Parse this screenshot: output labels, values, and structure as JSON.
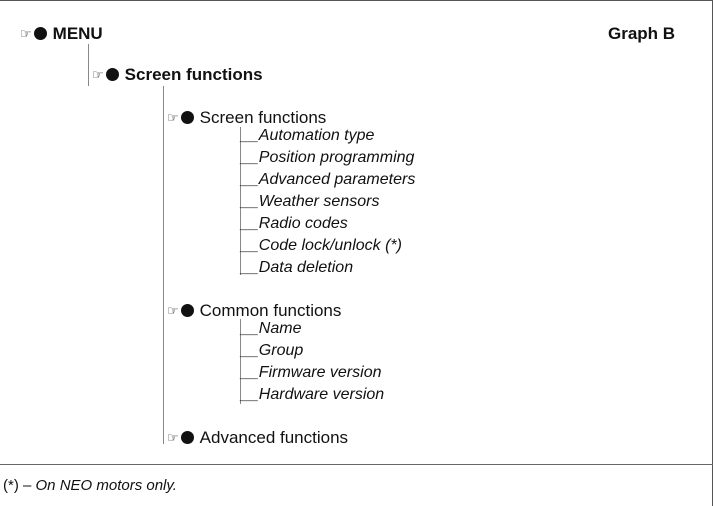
{
  "title": "MENU",
  "graph_label": "Graph B",
  "pointer_icon": "pointing-hand-icon",
  "bullet_icon": "filled-circle-icon",
  "level1": {
    "label": "Screen functions"
  },
  "groups": [
    {
      "label": "Screen functions",
      "items": [
        "Automation type",
        "Position programming",
        "Advanced parameters",
        "Weather sensors",
        "Radio codes",
        "Code lock/unlock (*)",
        "Data deletion"
      ]
    },
    {
      "label": "Common functions",
      "items": [
        "Name",
        "Group",
        "Firmware version",
        "Hardware version"
      ]
    },
    {
      "label": "Advanced functions",
      "items": []
    }
  ],
  "item_prefix": "__",
  "footnote": {
    "marker": "(*) – ",
    "text": "On NEO motors only."
  }
}
